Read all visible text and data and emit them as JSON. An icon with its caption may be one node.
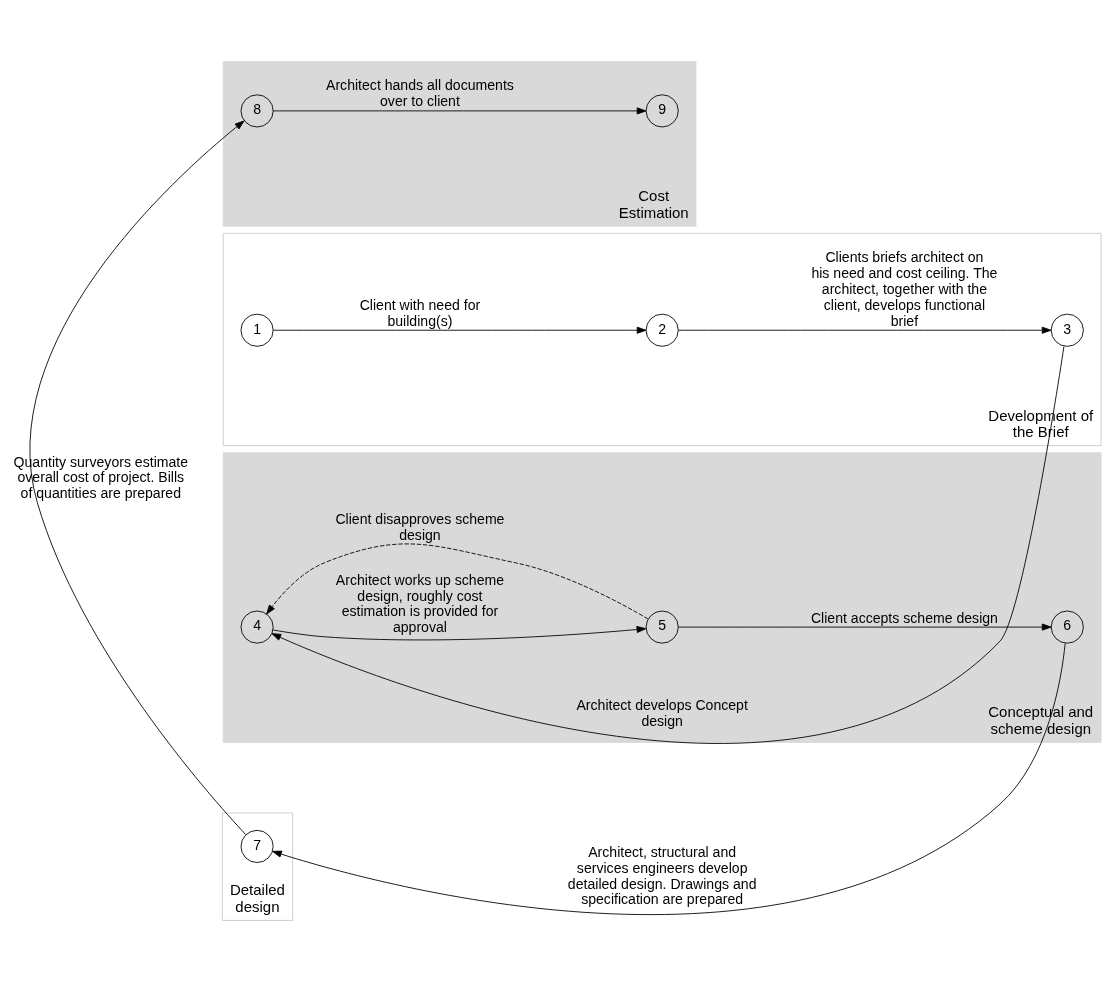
{
  "diagram": {
    "nodes": [
      {
        "text": [
          "Development of the Brief"
        ]
      },
      {
        "text": [
          "1"
        ],
        "in": 0
      },
      {
        "text": [
          "2"
        ],
        "in": 0
      },
      {
        "text": [
          "3"
        ],
        "in": 0
      },
      {
        "text": [
          "Conceptual and scheme design"
        ]
      },
      {
        "text": [
          "4"
        ],
        "in": 4
      },
      {
        "text": [
          "5"
        ],
        "in": 4
      },
      {
        "text": [
          "6"
        ],
        "in": 4
      },
      {
        "text": [
          "Detailed design"
        ]
      },
      {
        "text": [
          "7"
        ],
        "in": 8
      },
      {
        "text": [
          "Cost Estimation"
        ]
      },
      {
        "text": [
          "8"
        ],
        "in": 10
      },
      {
        "text": [
          "9"
        ],
        "in": 10
      }
    ],
    "edges": [
      {
        "from": 1,
        "to": 2,
        "arrow": "to",
        "label": "Client with need for building(s)"
      },
      {
        "from": 2,
        "to": 3,
        "arrow": "to",
        "label": "Clients briefs architect on his need and cost ceiling. The architect, together with the client, develops functional brief"
      },
      {
        "from": 3,
        "to": 5,
        "arrow": "to",
        "label": "Architect develops Concept design"
      },
      {
        "from": 5,
        "to": 6,
        "arrow": "to",
        "label": "Architect works up scheme design, roughly cost estimation is provided for approval"
      },
      {
        "from": 6,
        "to": 5,
        "arrow": "to",
        "style": "dashed",
        "label": "Client disapproves scheme design"
      },
      {
        "from": 6,
        "to": 7,
        "arrow": "to",
        "label": "Client accepts scheme design"
      },
      {
        "from": 7,
        "to": 9,
        "arrow": "to",
        "label": "Architect, structural and services engineers develop detailed design. Drawings and specification are prepared"
      },
      {
        "from": 9,
        "to": 11,
        "arrow": "to",
        "label": "Quantity surveyors estimate overall cost of project. Bills of quantities are prepared"
      },
      {
        "from": 11,
        "to": 12,
        "arrow": "to",
        "label": "Architect hands all documents over to client"
      }
    ]
  }
}
